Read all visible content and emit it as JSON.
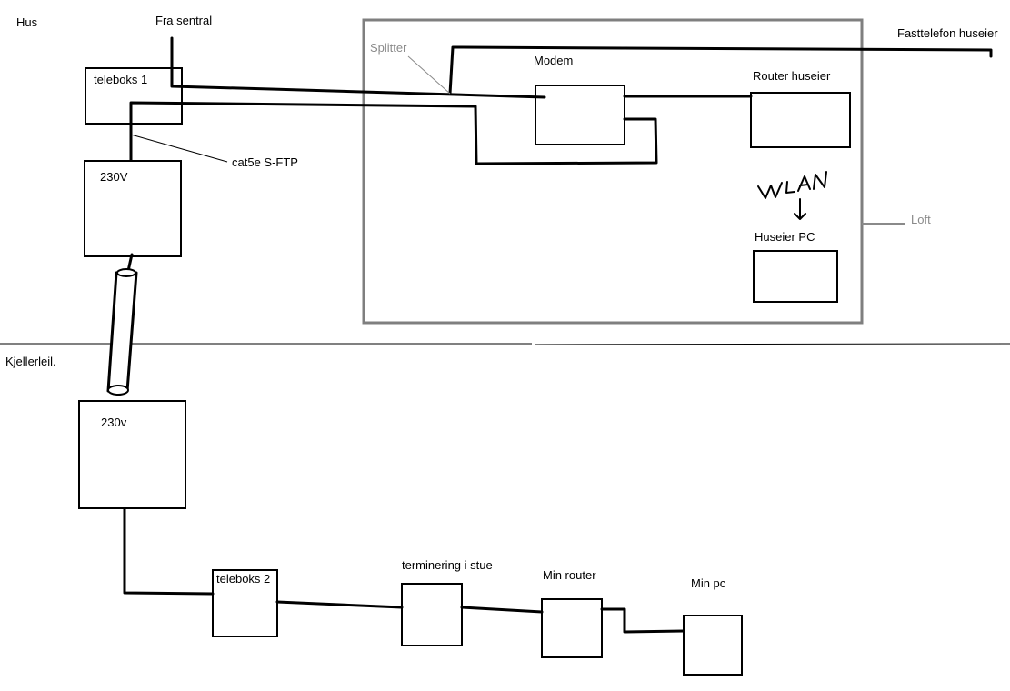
{
  "labels": {
    "hus": "Hus",
    "fra_sentral": "Fra sentral",
    "teleboks1": "teleboks 1",
    "cat5e": "cat5e S-FTP",
    "power1": "230V",
    "splitter": "Splitter",
    "modem": "Modem",
    "router_huseier": "Router huseier",
    "fasttelefon": "Fasttelefon huseier",
    "loft": "Loft",
    "huseier_pc": "Huseier PC",
    "kjellerleil": "Kjellerleil.",
    "power2": "230v",
    "teleboks2": "teleboks 2",
    "terminering": "terminering i stue",
    "min_router": "Min router",
    "min_pc": "Min pc"
  },
  "handwritten": {
    "wlan": "WLAN"
  }
}
